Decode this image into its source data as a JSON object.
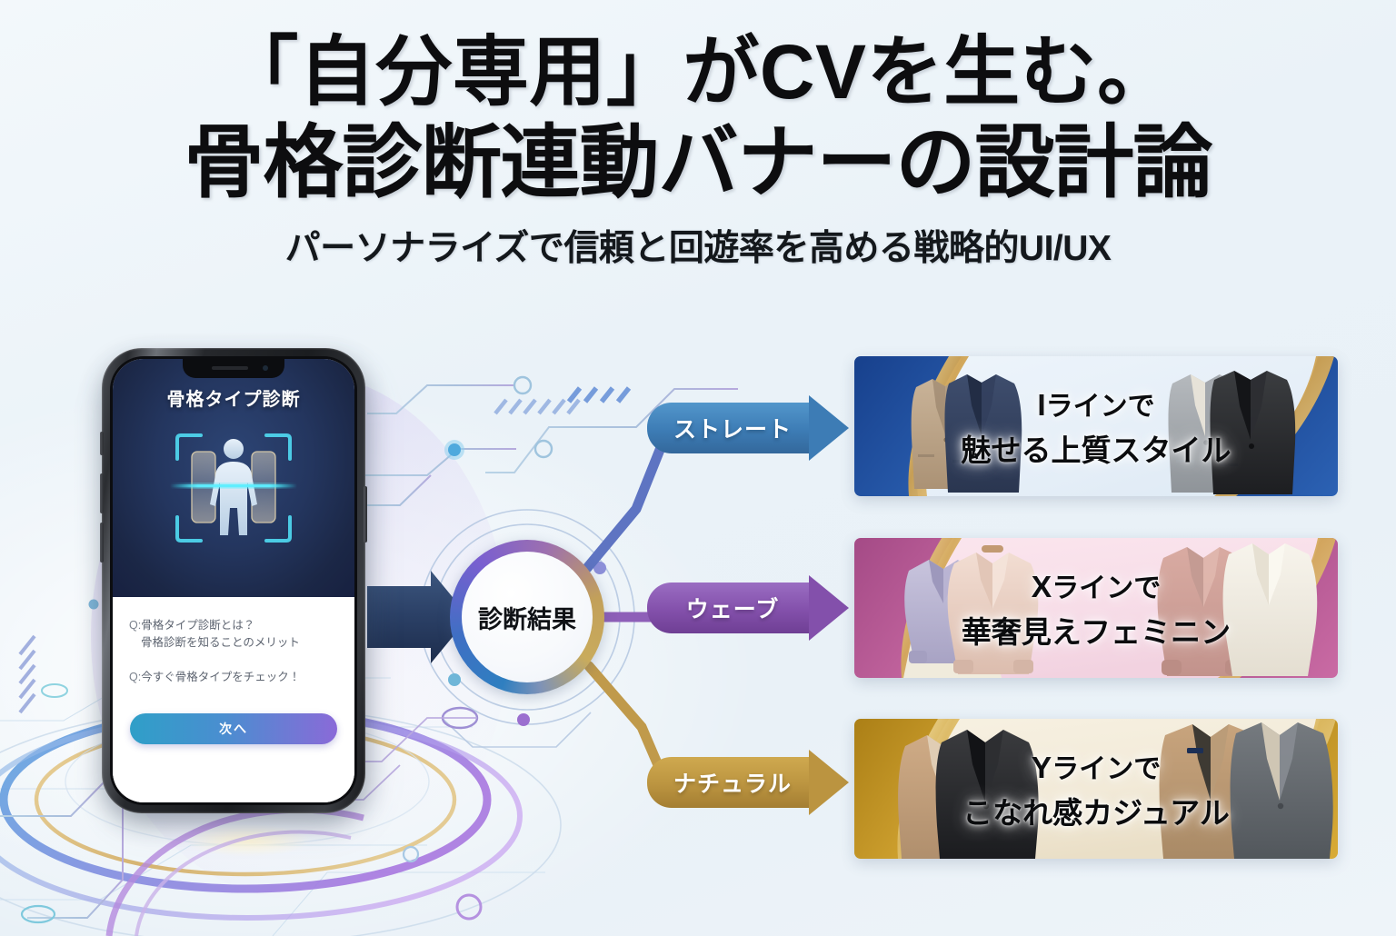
{
  "header": {
    "title_line1": "「自分専用」がCVを生む。",
    "title_line2": "骨格診断連動バナーの設計論",
    "subtitle": "パーソナライズで信頼と回遊率を高める戦略的UI/UX"
  },
  "phone": {
    "screen_header": "骨格タイプ診断",
    "scan_icon_name": "body-scan-icon",
    "questions": [
      {
        "prefix": "Q:",
        "line1": "骨格タイプ診断とは？",
        "line2": "骨格診断を知ることのメリット"
      },
      {
        "prefix": "Q:",
        "line1": "今すぐ骨格タイプをチェック！",
        "line2": ""
      }
    ],
    "next_button": "次へ"
  },
  "flow": {
    "inbound_arrow_name": "phone-to-result-arrow",
    "center_node": "診断結果",
    "branches": [
      {
        "label": "ストレート",
        "color": "#3d7cb5"
      },
      {
        "label": "ウェーブ",
        "color": "#8350ab"
      },
      {
        "label": "ナチュラル",
        "color": "#bb9440"
      }
    ]
  },
  "banners": [
    {
      "id": "straight",
      "line1_cap": "I",
      "line1_rest": "ラインで",
      "line2": "魅せる上質スタイル",
      "accent": "#1f4f9c",
      "accent2": "#2f63b8",
      "base": "#e9f1f8",
      "gold": "#d8b463",
      "garments": "tailored blazers (beige, navy, grey, black)"
    },
    {
      "id": "wave",
      "line1_cap": "X",
      "line1_rest": "ラインで",
      "line2": "華奢見えフェミニン",
      "accent": "#b4548f",
      "accent2": "#c96aa2",
      "base": "#fbe7ee",
      "gold": "#dfb567",
      "garments": "sheer blouses (lavender, blush pink, ivory)"
    },
    {
      "id": "natural",
      "line1_cap": "Y",
      "line1_rest": "ラインで",
      "line2": "こなれ感カジュアル",
      "accent": "#bb8f28",
      "accent2": "#d6a83a",
      "base": "#f5eedc",
      "gold": "#e8c774",
      "garments": "long coats (camel, black, grey)"
    }
  ],
  "theme": {
    "background": "#eff5f9",
    "title_color": "#0d0d0f",
    "node_ring_blue": "#2f7fc0",
    "node_ring_purple": "#7a5fd0",
    "node_ring_gold": "#c2a05a"
  }
}
